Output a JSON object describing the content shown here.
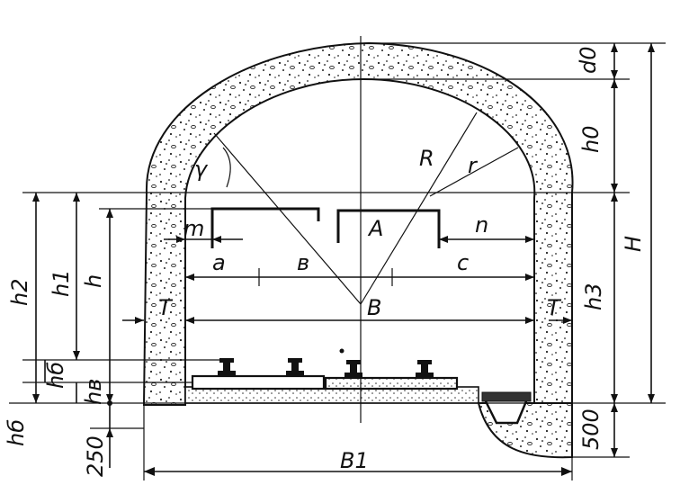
{
  "labels": {
    "d0": "d0",
    "h0": "h0",
    "H": "H",
    "h2": "h2",
    "h1": "h1",
    "h": "h",
    "hb_left": "hб",
    "hv": "hв",
    "hd": "hб",
    "h3": "h3",
    "m": "m",
    "n": "n",
    "a": "a",
    "v": "в",
    "c": "c",
    "A": "A",
    "B": "B",
    "R": "R",
    "r": "r",
    "gamma": "γ",
    "T_left": "T",
    "T_right": "T",
    "B1": "B1",
    "dim_250": "250",
    "dim_500": "500"
  }
}
